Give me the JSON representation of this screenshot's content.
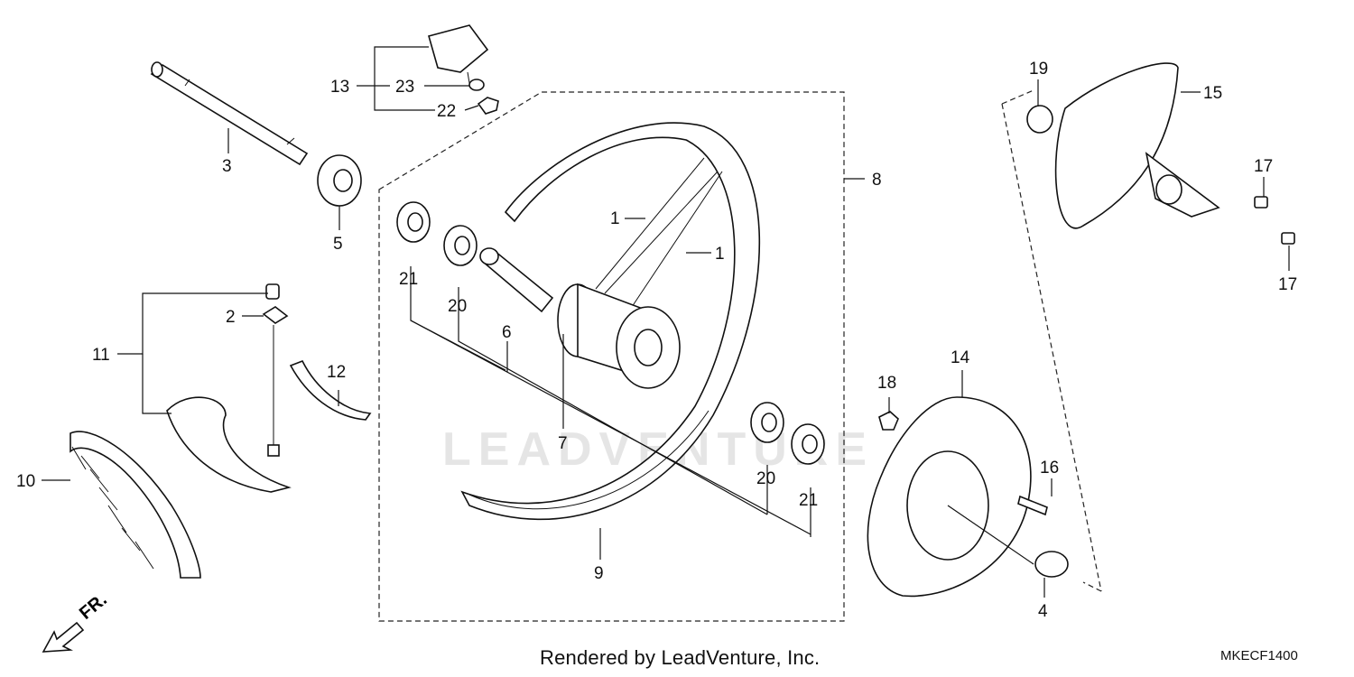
{
  "footer": {
    "rendered_by": "Rendered by LeadVenture, Inc.",
    "diagram_code": "MKECF1400",
    "watermark": "LEADVENTURE"
  },
  "direction": {
    "label": "FR."
  },
  "callouts": [
    {
      "id": "c1a",
      "label": "1"
    },
    {
      "id": "c1b",
      "label": "1"
    },
    {
      "id": "c2",
      "label": "2"
    },
    {
      "id": "c3",
      "label": "3"
    },
    {
      "id": "c4",
      "label": "4"
    },
    {
      "id": "c5",
      "label": "5"
    },
    {
      "id": "c6",
      "label": "6"
    },
    {
      "id": "c7",
      "label": "7"
    },
    {
      "id": "c8",
      "label": "8"
    },
    {
      "id": "c9",
      "label": "9"
    },
    {
      "id": "c10",
      "label": "10"
    },
    {
      "id": "c11",
      "label": "11"
    },
    {
      "id": "c12",
      "label": "12"
    },
    {
      "id": "c13",
      "label": "13"
    },
    {
      "id": "c14",
      "label": "14"
    },
    {
      "id": "c15",
      "label": "15"
    },
    {
      "id": "c16",
      "label": "16"
    },
    {
      "id": "c17a",
      "label": "17"
    },
    {
      "id": "c17b",
      "label": "17"
    },
    {
      "id": "c18",
      "label": "18"
    },
    {
      "id": "c19",
      "label": "19"
    },
    {
      "id": "c20a",
      "label": "20"
    },
    {
      "id": "c20b",
      "label": "20"
    },
    {
      "id": "c21a",
      "label": "21"
    },
    {
      "id": "c21b",
      "label": "21"
    },
    {
      "id": "c22",
      "label": "22"
    },
    {
      "id": "c23",
      "label": "23"
    }
  ]
}
